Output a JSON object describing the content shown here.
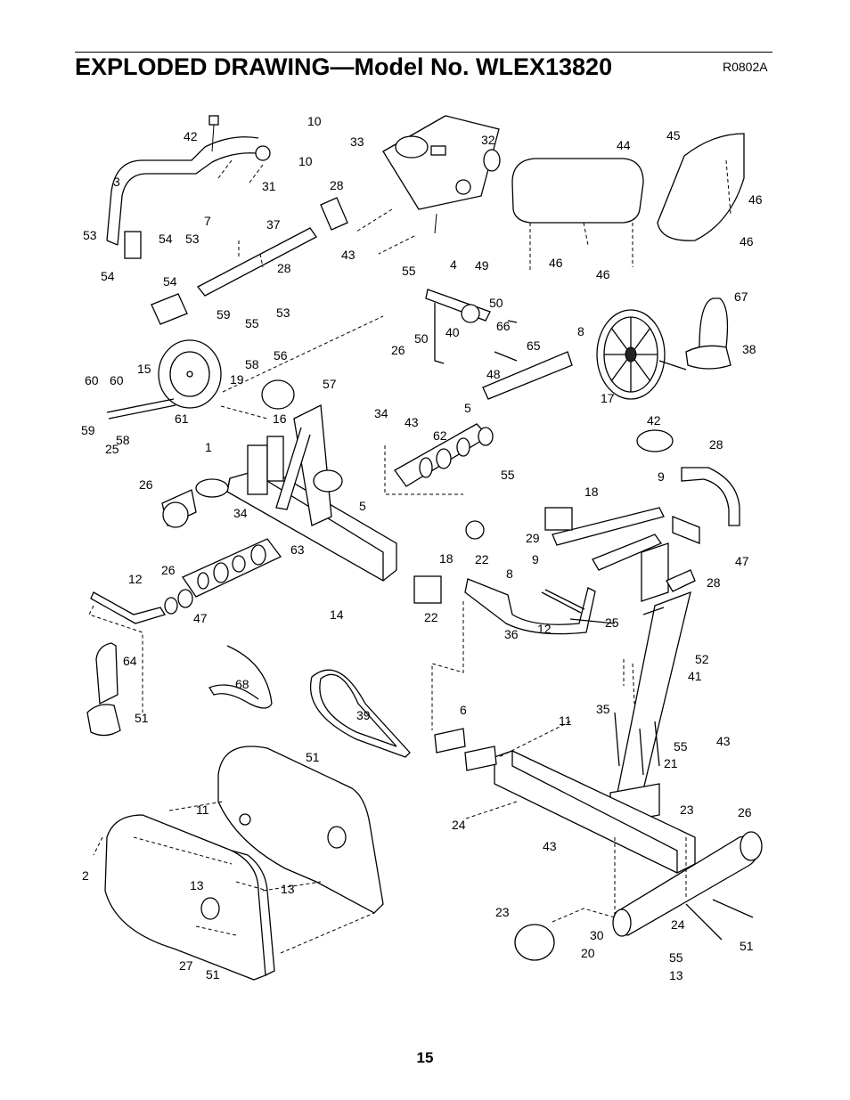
{
  "header": {
    "title": "EXPLODED DRAWING—Model No. WLEX13820",
    "code": "R0802A"
  },
  "footer": {
    "page_number": "15"
  },
  "callouts": [
    "10",
    "42",
    "10",
    "31",
    "33",
    "32",
    "44",
    "45",
    "3",
    "28",
    "46",
    "7",
    "46",
    "53",
    "54",
    "53",
    "37",
    "43",
    "46",
    "54",
    "55",
    "4",
    "49",
    "46",
    "54",
    "28",
    "53",
    "50",
    "67",
    "59",
    "55",
    "26",
    "50",
    "40",
    "66",
    "8",
    "60",
    "38",
    "58",
    "65",
    "15",
    "19",
    "56",
    "48",
    "57",
    "60",
    "17",
    "61",
    "16",
    "34",
    "5",
    "43",
    "42",
    "28",
    "59",
    "58",
    "62",
    "25",
    "55",
    "1",
    "9",
    "26",
    "34",
    "5",
    "18",
    "63",
    "18",
    "22",
    "29",
    "47",
    "26",
    "9",
    "12",
    "8",
    "28",
    "47",
    "14",
    "22",
    "36",
    "25",
    "12",
    "52",
    "64",
    "68",
    "41",
    "51",
    "39",
    "6",
    "35",
    "11",
    "43",
    "55",
    "51",
    "21",
    "11",
    "23",
    "26",
    "24",
    "43",
    "2",
    "13",
    "13",
    "23",
    "24",
    "30",
    "51",
    "27",
    "20",
    "55",
    "51",
    "13",
    "55"
  ]
}
